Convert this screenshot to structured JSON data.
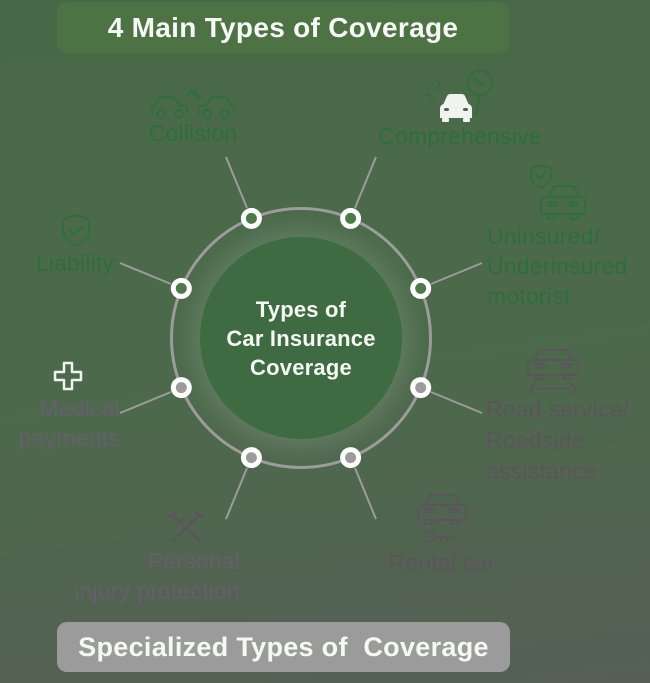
{
  "header": {
    "title": "4 Main Types of Coverage"
  },
  "footer": {
    "title": "Specialized Types of  Coverage"
  },
  "hub": {
    "line1": "Types of",
    "line2": "Car Insurance",
    "line3": "Coverage"
  },
  "labels": {
    "collision": "Collision",
    "comprehensive": "Comprehensive",
    "liability": "Liability",
    "uninsured_1": "Uninsured/",
    "uninsured_2": "Underinsured",
    "uninsured_3": "motorist",
    "medical_1": "Medical",
    "medical_2": "payments",
    "roadservice_1": "Road service/",
    "roadservice_2": "Roadside",
    "roadservice_3": "assistance",
    "rental": "Rental car",
    "pip_1": "Personal",
    "pip_2": "injury protection"
  },
  "groups": {
    "main_types": [
      "Collision",
      "Comprehensive",
      "Liability",
      "Uninsured/Underinsured motorist"
    ],
    "specialized_types": [
      "Medical payments",
      "Road service/Roadside assistance",
      "Rental car",
      "Personal injury protection"
    ]
  },
  "colors": {
    "background_top": "#486948",
    "background_bottom": "#565f55",
    "header_pill": "#4d7345",
    "footer_pill": "#9c9b9b",
    "hub_circle": "#3e6b41",
    "ring_gray": "#9c9c9c",
    "dot_green": "#4d7a4a",
    "dot_gray": "#9b9b9b",
    "label_green": "#2e6e3a",
    "label_gray": "#5b555b",
    "label_purple": "#675e6d",
    "white": "#f5f7f3"
  }
}
